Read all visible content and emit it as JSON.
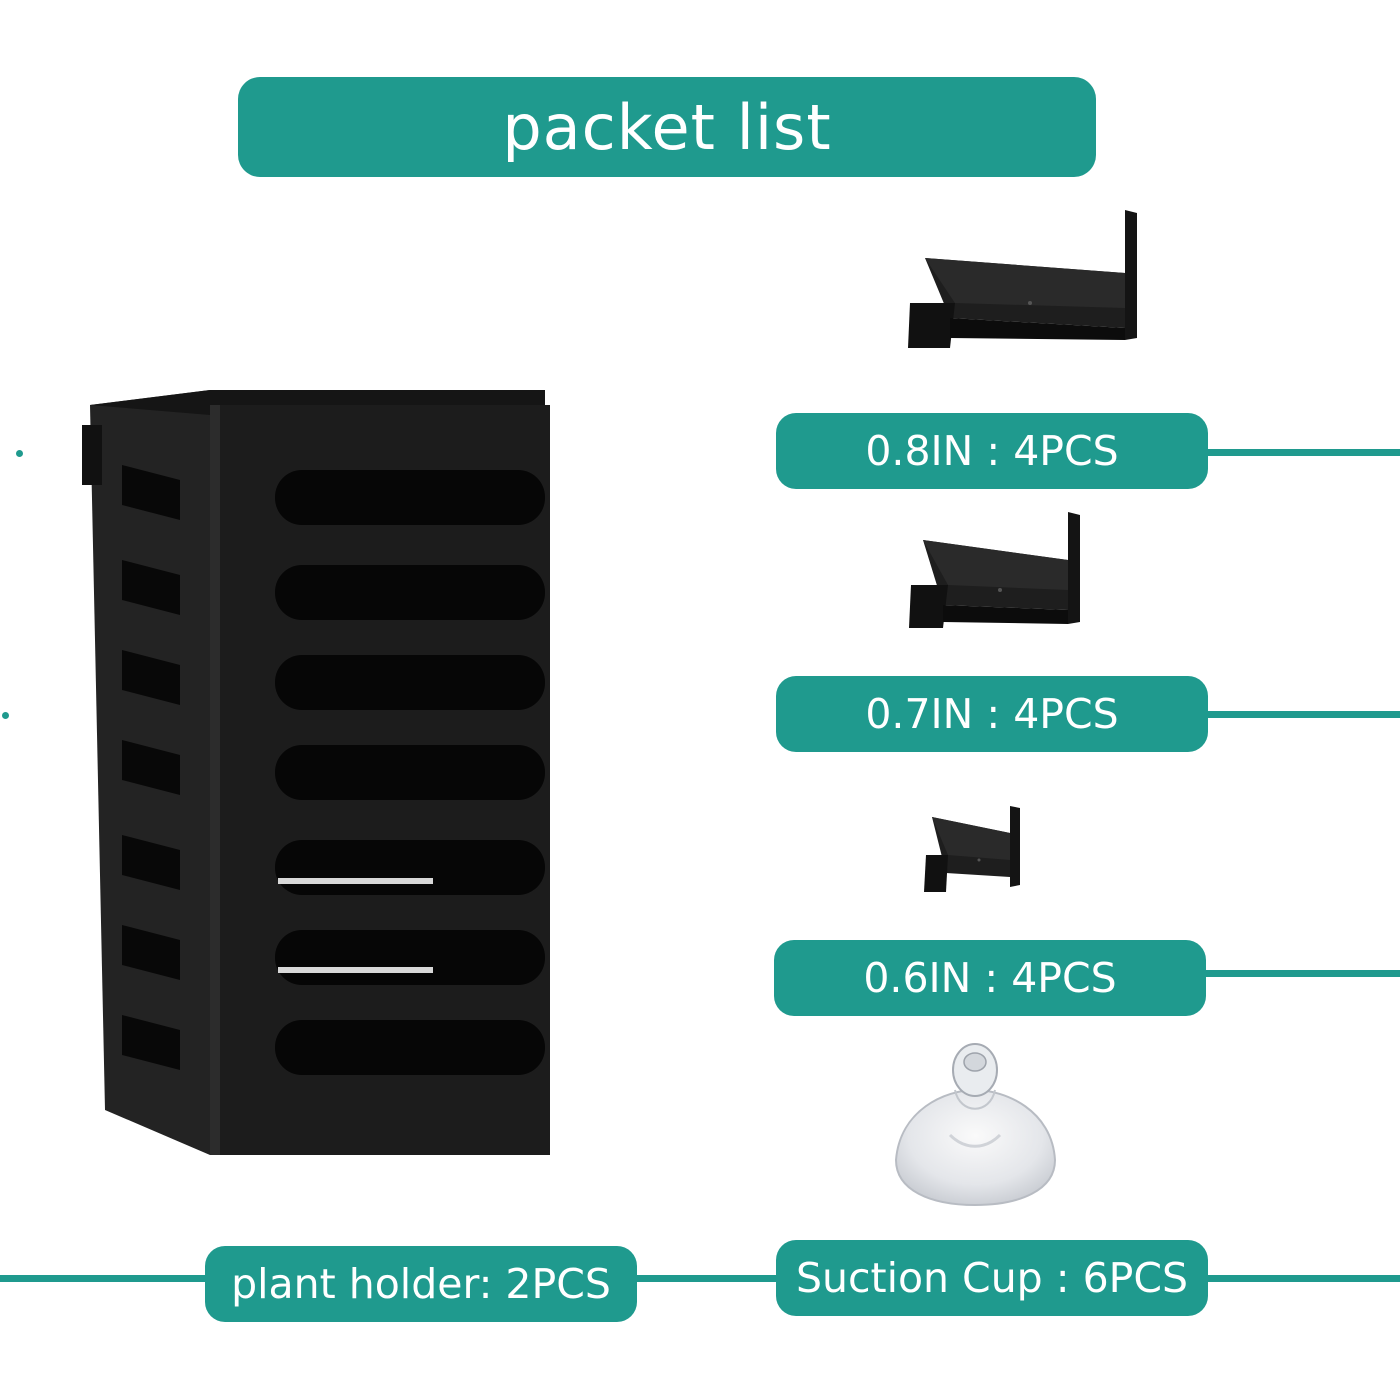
{
  "title": "packet list",
  "items": {
    "clip_large": {
      "label": "0.8IN : 4PCS",
      "icon": "clip-large-icon"
    },
    "clip_medium": {
      "label": "0.7IN : 4PCS",
      "icon": "clip-medium-icon"
    },
    "clip_small": {
      "label": "0.6IN : 4PCS",
      "icon": "clip-small-icon"
    },
    "suction_cup": {
      "label": "Suction Cup : 6PCS",
      "icon": "suction-cup-icon"
    },
    "plant_holder": {
      "label": "plant holder: 2PCS",
      "icon": "plant-holder-icon"
    }
  },
  "colors": {
    "accent": "#1f9a8e",
    "product": "#1c1c1c",
    "background": "#ffffff"
  }
}
